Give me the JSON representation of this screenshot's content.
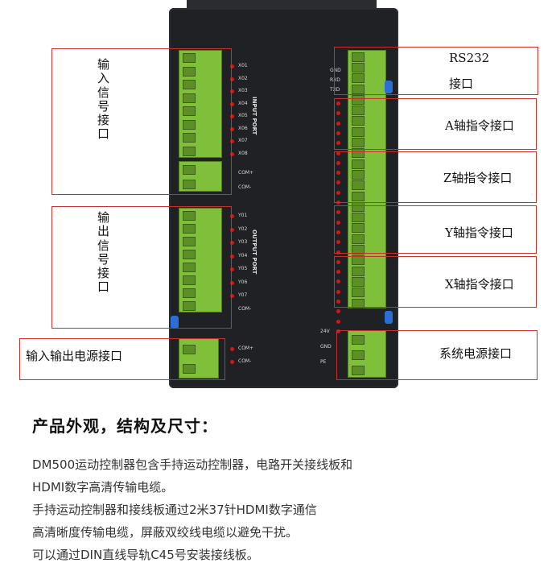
{
  "board": {
    "input_port_title": "INPUT PORT",
    "output_port_title": "OUTPUT PORT",
    "input_pins": [
      "X01",
      "X02",
      "X03",
      "X04",
      "X05",
      "X06",
      "X07",
      "X08"
    ],
    "input_com": [
      "COM+",
      "COM-"
    ],
    "output_pins": [
      "Y01",
      "Y02",
      "Y03",
      "Y04",
      "Y05",
      "Y06",
      "Y07"
    ],
    "output_com": [
      "COM-"
    ],
    "power_pins": [
      "COM+",
      "COM-"
    ],
    "rs232_pins": [
      "GND",
      "RXD",
      "TXD"
    ],
    "sys_power_pins": [
      "24V",
      "GND",
      "PE"
    ]
  },
  "labels": {
    "input_signal": "输入信号接口",
    "output_signal": "输出信号接口",
    "io_power": "输入输出电源接口",
    "rs232_line1": "RS232",
    "rs232_line2": "接口",
    "a_axis": "A轴指令接口",
    "z_axis": "Z轴指令接口",
    "y_axis": "Y轴指令接口",
    "x_axis": "X轴指令接口",
    "sys_power": "系统电源接口"
  },
  "heading": "产品外观，结构及尺寸：",
  "description": [
    "DM500运动控制器包含手持运动控制器，电路开关接线板和",
    "HDMI数字高清传输电缆。",
    "手持运动控制器和接线板通过2米37针HDMI数字通信",
    "高清晰度传输电缆，屏蔽双绞线电缆以避免干扰。",
    "可以通过DIN直线导轨C45号安装接线板。"
  ],
  "colors": {
    "terminal": "#7fbf3a",
    "box": "#c9302c",
    "board": "#1f2124"
  }
}
